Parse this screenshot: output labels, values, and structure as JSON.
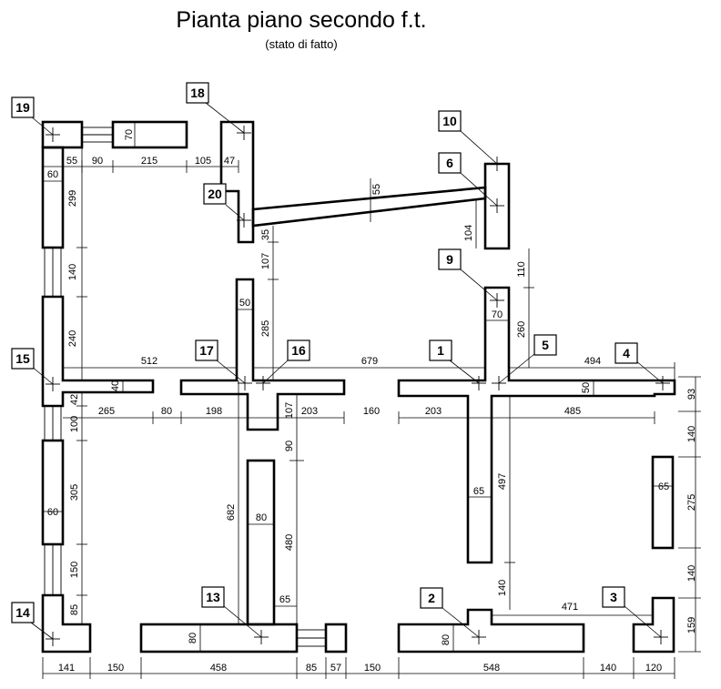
{
  "title": "Pianta piano secondo f.t.",
  "subtitle": "(stato di fatto)",
  "points": [
    {
      "label": "1"
    },
    {
      "label": "2"
    },
    {
      "label": "3"
    },
    {
      "label": "4"
    },
    {
      "label": "5"
    },
    {
      "label": "6"
    },
    {
      "label": "9"
    },
    {
      "label": "10"
    },
    {
      "label": "13"
    },
    {
      "label": "14"
    },
    {
      "label": "15"
    },
    {
      "label": "16"
    },
    {
      "label": "17"
    },
    {
      "label": "18"
    },
    {
      "label": "19"
    },
    {
      "label": "20"
    }
  ],
  "dimensions": [
    "141",
    "150",
    "458",
    "85",
    "57",
    "150",
    "548",
    "140",
    "120",
    "55",
    "90",
    "215",
    "105",
    "47",
    "60",
    "299",
    "140",
    "240",
    "70",
    "512",
    "679",
    "494",
    "40",
    "42",
    "265",
    "80",
    "198",
    "107",
    "203",
    "160",
    "203",
    "485",
    "100",
    "305",
    "60",
    "150",
    "85",
    "682",
    "80",
    "90",
    "480",
    "65",
    "80",
    "55",
    "35",
    "107",
    "285",
    "50",
    "104",
    "110",
    "70",
    "260",
    "50",
    "65",
    "497",
    "140",
    "471",
    "80",
    "93",
    "140",
    "65",
    "275",
    "140",
    "159"
  ]
}
